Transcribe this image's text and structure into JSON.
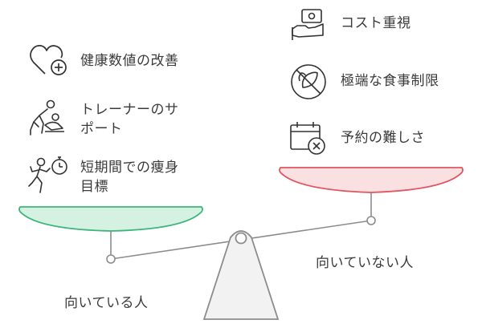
{
  "left": {
    "caption": "向いている人",
    "items": [
      {
        "lines": [
          "健康数値の改善"
        ],
        "icon": "heart-plus-icon"
      },
      {
        "lines": [
          "トレーナーのサ",
          "ポート"
        ],
        "icon": "trainer-assist-icon"
      },
      {
        "lines": [
          "短期間での痩身",
          "目標"
        ],
        "icon": "runner-stopwatch-icon"
      }
    ]
  },
  "right": {
    "caption": "向いていない人",
    "items": [
      {
        "lines": [
          "コスト重視"
        ],
        "icon": "money-hand-icon"
      },
      {
        "lines": [
          "極端な食事制限"
        ],
        "icon": "no-food-icon"
      },
      {
        "lines": [
          "予約の難しさ"
        ],
        "icon": "calendar-cancel-icon"
      }
    ]
  },
  "colors": {
    "left_pan_fill": "#d5f1e2",
    "left_pan_stroke": "#3cb67b",
    "right_pan_fill": "#fbe0e1",
    "right_pan_stroke": "#e05560",
    "stand_fill": "#f2f2f2",
    "stand_stroke": "#8c8c8c",
    "icon_stroke": "#333333"
  }
}
